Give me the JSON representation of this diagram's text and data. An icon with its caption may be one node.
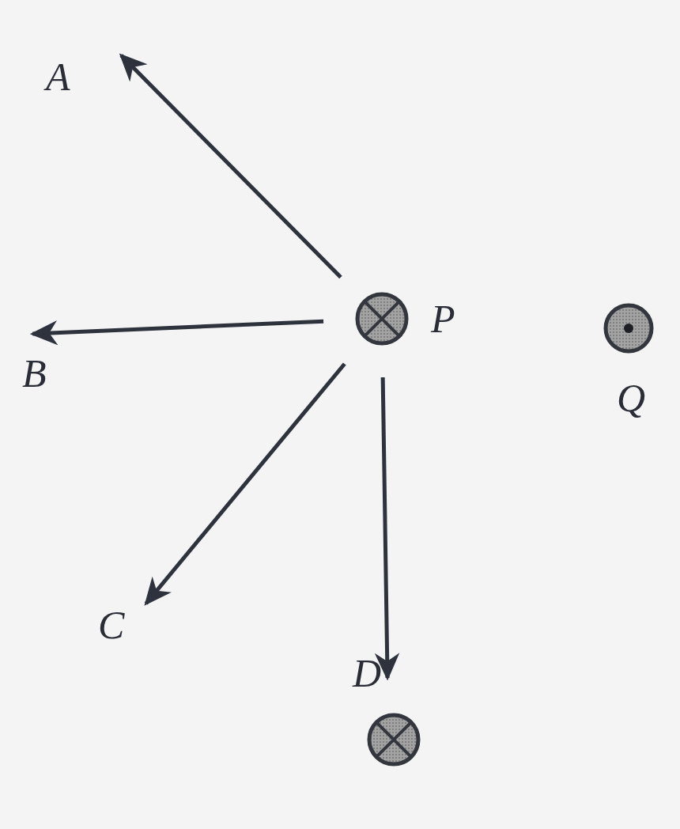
{
  "diagram": {
    "nodes": [
      {
        "text": [],
        "shape": "circle",
        "beside": [
          "P"
        ]
      },
      {
        "text": [],
        "shape": "circle",
        "beside": [
          "Q"
        ]
      },
      {
        "text": [
          "A"
        ]
      },
      {
        "text": [
          "B"
        ]
      },
      {
        "text": [
          "C"
        ]
      },
      {
        "text": [
          "D"
        ]
      },
      {
        "text": [],
        "shape": "circle"
      }
    ],
    "edges": [
      {
        "from": 0,
        "to": 2,
        "arrow": "to"
      },
      {
        "from": 0,
        "to": 3,
        "arrow": "to"
      },
      {
        "from": 0,
        "to": 4,
        "arrow": "to"
      },
      {
        "from": 0,
        "to": 5,
        "arrow": "to"
      }
    ]
  }
}
